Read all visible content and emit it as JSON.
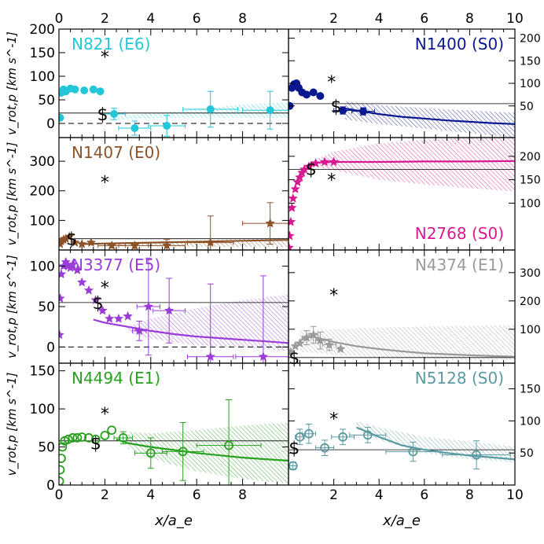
{
  "chart_data": [
    {
      "type": "scatter",
      "title": "N821 (E6)",
      "color": "#22c8d8",
      "marker": "circle-filled",
      "xlim": [
        0,
        10
      ],
      "ylim": [
        -30,
        200
      ],
      "yticks": [
        0,
        50,
        100,
        150,
        200
      ],
      "ytick_side": "left",
      "ylabel": "v_rot,p [km s^-1]",
      "dollar": [
        1.9,
        20
      ],
      "star": [
        2.0,
        143
      ],
      "hline": 22,
      "dashed_zero": true,
      "points": [
        {
          "x": 0.05,
          "y": 12
        },
        {
          "x": 0.1,
          "y": 65
        },
        {
          "x": 0.2,
          "y": 72
        },
        {
          "x": 0.3,
          "y": 68
        },
        {
          "x": 0.5,
          "y": 74
        },
        {
          "x": 0.7,
          "y": 72
        },
        {
          "x": 1.1,
          "y": 70
        },
        {
          "x": 1.5,
          "y": 72
        },
        {
          "x": 1.8,
          "y": 68
        },
        {
          "x": 2.4,
          "y": 20
        },
        {
          "x": 3.3,
          "y": -10
        },
        {
          "x": 4.7,
          "y": -5
        },
        {
          "x": 6.6,
          "y": 30
        },
        {
          "x": 9.2,
          "y": 28
        }
      ],
      "errors": [
        {
          "x": 2.4,
          "y": 20,
          "xerr": 0.5,
          "yerr": 12
        },
        {
          "x": 3.3,
          "y": -10,
          "xerr": 0.7,
          "yerr": 15
        },
        {
          "x": 4.7,
          "y": -5,
          "xerr": 0.8,
          "yerr": 22
        },
        {
          "x": 6.6,
          "y": 30,
          "xerr": 1.2,
          "yerr": 38
        },
        {
          "x": 9.2,
          "y": 28,
          "xerr": 1.2,
          "yerr": 40
        }
      ],
      "band": {
        "x": [
          2,
          4,
          6,
          8,
          10
        ],
        "lower": [
          8,
          10,
          12,
          12,
          12
        ],
        "upper": [
          12,
          22,
          30,
          40,
          45
        ]
      },
      "fit": null
    },
    {
      "type": "scatter",
      "title": "N1400 (S0)",
      "color": "#0a1890",
      "marker": "circle-filled",
      "xlim": [
        0,
        10
      ],
      "ylim": [
        -20,
        220
      ],
      "yticks": [
        50,
        100,
        150,
        200
      ],
      "ytick_side": "right",
      "dollar": [
        2.1,
        50
      ],
      "star": [
        1.9,
        105
      ],
      "hline": 55,
      "dashed_zero": false,
      "points": [
        {
          "x": 0.05,
          "y": 50
        },
        {
          "x": 0.15,
          "y": 90
        },
        {
          "x": 0.25,
          "y": 98
        },
        {
          "x": 0.35,
          "y": 100
        },
        {
          "x": 0.45,
          "y": 90
        },
        {
          "x": 0.6,
          "y": 80
        },
        {
          "x": 0.8,
          "y": 75
        },
        {
          "x": 1.1,
          "y": 80
        },
        {
          "x": 1.4,
          "y": 72
        },
        {
          "x": 2.4,
          "y": 40
        },
        {
          "x": 3.3,
          "y": 38
        }
      ],
      "errors": [
        {
          "x": 2.4,
          "y": 40,
          "xerr": 0.4,
          "yerr": 8
        },
        {
          "x": 3.3,
          "y": 38,
          "xerr": 0.5,
          "yerr": 8
        }
      ],
      "band": {
        "x": [
          2.5,
          4,
          6,
          8,
          10
        ],
        "lower": [
          20,
          10,
          0,
          -10,
          -20
        ],
        "upper": [
          60,
          52,
          45,
          40,
          35
        ]
      },
      "fit": {
        "x": [
          2.3,
          3,
          4,
          5,
          6,
          7,
          8,
          9,
          10
        ],
        "y": [
          46,
          40,
          32,
          26,
          22,
          18,
          15,
          12,
          10
        ]
      }
    },
    {
      "type": "scatter",
      "title": "N1407 (E0)",
      "color": "#8c5228",
      "marker": "star-filled",
      "xlim": [
        0,
        10
      ],
      "ylim": [
        0,
        380
      ],
      "yticks": [
        100,
        200,
        300
      ],
      "ytick_side": "left",
      "ylabel": "v_rot,p [km s^-1]",
      "dollar": [
        0.55,
        38
      ],
      "star": [
        2.0,
        232
      ],
      "hline": 38,
      "dashed_zero": false,
      "points": [
        {
          "x": 0.05,
          "y": 20
        },
        {
          "x": 0.1,
          "y": 30
        },
        {
          "x": 0.2,
          "y": 35
        },
        {
          "x": 0.3,
          "y": 38
        },
        {
          "x": 0.45,
          "y": 45
        },
        {
          "x": 0.7,
          "y": 25
        },
        {
          "x": 1.0,
          "y": 20
        },
        {
          "x": 1.4,
          "y": 25
        },
        {
          "x": 2.3,
          "y": 15
        },
        {
          "x": 3.3,
          "y": 15
        },
        {
          "x": 4.7,
          "y": 15
        },
        {
          "x": 6.6,
          "y": 25
        },
        {
          "x": 9.2,
          "y": 90
        }
      ],
      "errors": [
        {
          "x": 2.3,
          "y": 15,
          "xerr": 0.6,
          "yerr": 8
        },
        {
          "x": 3.3,
          "y": 15,
          "xerr": 0.7,
          "yerr": 10
        },
        {
          "x": 4.7,
          "y": 15,
          "xerr": 0.8,
          "yerr": 20
        },
        {
          "x": 6.6,
          "y": 25,
          "xerr": 1.0,
          "yerr": 90
        },
        {
          "x": 9.2,
          "y": 90,
          "xerr": 1.2,
          "yerr": 70
        }
      ],
      "band": {
        "x": [
          2,
          4,
          6,
          8,
          10
        ],
        "lower": [
          15,
          12,
          10,
          10,
          10
        ],
        "upper": [
          20,
          25,
          32,
          38,
          42
        ]
      },
      "fit": {
        "x": [
          1,
          2,
          4,
          6,
          8,
          10
        ],
        "y": [
          20,
          22,
          25,
          28,
          31,
          34
        ]
      }
    },
    {
      "type": "scatter",
      "title": "N2768 (S0)",
      "color": "#d81890",
      "marker": "star-filled",
      "xlim": [
        0,
        10
      ],
      "ylim": [
        0,
        240
      ],
      "yticks": [
        100,
        150,
        200
      ],
      "ytick_side": "right",
      "dollar": [
        1.0,
        174
      ],
      "star": [
        1.9,
        152
      ],
      "hline": 172,
      "dashed_zero": false,
      "title_pos": "bottom",
      "points": [
        {
          "x": 0.02,
          "y": 5
        },
        {
          "x": 0.05,
          "y": 30
        },
        {
          "x": 0.1,
          "y": 60
        },
        {
          "x": 0.15,
          "y": 90
        },
        {
          "x": 0.2,
          "y": 110
        },
        {
          "x": 0.3,
          "y": 130
        },
        {
          "x": 0.4,
          "y": 145
        },
        {
          "x": 0.5,
          "y": 155
        },
        {
          "x": 0.6,
          "y": 165
        },
        {
          "x": 0.7,
          "y": 172
        },
        {
          "x": 0.9,
          "y": 178
        },
        {
          "x": 1.2,
          "y": 185
        },
        {
          "x": 1.6,
          "y": 188
        },
        {
          "x": 2.0,
          "y": 188
        }
      ],
      "errors": [],
      "band": {
        "x": [
          1,
          2,
          4,
          6,
          8,
          10
        ],
        "lower": [
          180,
          170,
          150,
          140,
          132,
          125
        ],
        "upper": [
          190,
          210,
          228,
          235,
          240,
          240
        ]
      },
      "fit": {
        "x": [
          1,
          2,
          4,
          6,
          8,
          10
        ],
        "y": [
          186,
          188,
          188,
          189,
          189,
          190
        ]
      }
    },
    {
      "type": "scatter",
      "title": "N3377 (E5)",
      "color": "#9a3cd8",
      "marker": "star-filled",
      "xlim": [
        0,
        10
      ],
      "ylim": [
        -20,
        120
      ],
      "yticks": [
        0,
        50,
        100
      ],
      "ytick_side": "left",
      "ylabel": "v_rot,p [km s^-1]",
      "dollar": [
        1.7,
        55
      ],
      "star": [
        2.0,
        75
      ],
      "hline": 55,
      "dashed_zero": true,
      "points": [
        {
          "x": 0.02,
          "y": 15
        },
        {
          "x": 0.05,
          "y": 60
        },
        {
          "x": 0.1,
          "y": 90
        },
        {
          "x": 0.2,
          "y": 100
        },
        {
          "x": 0.3,
          "y": 105
        },
        {
          "x": 0.4,
          "y": 100
        },
        {
          "x": 0.5,
          "y": 98
        },
        {
          "x": 0.6,
          "y": 102
        },
        {
          "x": 0.8,
          "y": 95
        },
        {
          "x": 1.0,
          "y": 80
        },
        {
          "x": 1.3,
          "y": 70
        },
        {
          "x": 1.6,
          "y": 58
        },
        {
          "x": 1.9,
          "y": 45
        },
        {
          "x": 2.2,
          "y": 35
        },
        {
          "x": 2.6,
          "y": 35
        },
        {
          "x": 3.0,
          "y": 38
        },
        {
          "x": 3.5,
          "y": 20
        },
        {
          "x": 3.9,
          "y": 50
        },
        {
          "x": 4.8,
          "y": 45
        },
        {
          "x": 6.6,
          "y": -12
        },
        {
          "x": 8.9,
          "y": -12
        }
      ],
      "errors": [
        {
          "x": 3.5,
          "y": 20,
          "xerr": 0.3,
          "yerr": 12
        },
        {
          "x": 3.9,
          "y": 50,
          "xerr": 0.5,
          "yerr": 60
        },
        {
          "x": 4.8,
          "y": 45,
          "xerr": 0.7,
          "yerr": 40
        },
        {
          "x": 6.6,
          "y": -12,
          "xerr": 1.0,
          "yerr": 90
        },
        {
          "x": 8.9,
          "y": -12,
          "xerr": 1.2,
          "yerr": 100
        }
      ],
      "band": {
        "x": [
          3,
          4,
          6,
          8,
          10
        ],
        "lower": [
          18,
          10,
          2,
          0,
          -5
        ],
        "upper": [
          25,
          35,
          48,
          58,
          65
        ]
      },
      "fit": {
        "x": [
          1.5,
          2,
          3,
          4,
          5,
          6,
          7,
          8,
          9,
          10
        ],
        "y": [
          34,
          30,
          25,
          20,
          16,
          13,
          11,
          9,
          7,
          5
        ]
      }
    },
    {
      "type": "scatter",
      "title": "N4374 (E1)",
      "color": "#9a9a9a",
      "marker": "star-filled",
      "xlim": [
        0,
        10
      ],
      "ylim": [
        -20,
        380
      ],
      "yticks": [
        100,
        200,
        300
      ],
      "ytick_side": "right",
      "dollar": [
        0.25,
        0
      ],
      "star": [
        2.0,
        225
      ],
      "hline": 0,
      "dashed_zero": false,
      "points": [
        {
          "x": 0.1,
          "y": 20
        },
        {
          "x": 0.3,
          "y": 40
        },
        {
          "x": 0.5,
          "y": 50
        },
        {
          "x": 0.8,
          "y": 70
        },
        {
          "x": 1.1,
          "y": 80
        },
        {
          "x": 1.4,
          "y": 60
        },
        {
          "x": 1.8,
          "y": 45
        },
        {
          "x": 2.3,
          "y": 30
        }
      ],
      "errors": [
        {
          "x": 0.8,
          "y": 70,
          "xerr": 0.2,
          "yerr": 25
        },
        {
          "x": 1.1,
          "y": 80,
          "xerr": 0.2,
          "yerr": 30
        },
        {
          "x": 1.4,
          "y": 60,
          "xerr": 0.2,
          "yerr": 30
        },
        {
          "x": 1.8,
          "y": 45,
          "xerr": 0.3,
          "yerr": 20
        }
      ],
      "band": {
        "x": [
          0.5,
          2,
          4,
          6,
          8,
          10
        ],
        "lower": [
          20,
          10,
          0,
          -5,
          -10,
          -10
        ],
        "upper": [
          95,
          100,
          105,
          110,
          112,
          115
        ]
      },
      "fit": {
        "x": [
          0.5,
          1,
          2,
          3,
          4,
          5,
          6,
          8,
          10
        ],
        "y": [
          60,
          75,
          55,
          40,
          30,
          22,
          15,
          8,
          3
        ]
      }
    },
    {
      "type": "scatter",
      "title": "N4494 (E1)",
      "color": "#28a020",
      "marker": "circle-open",
      "xlim": [
        0,
        10
      ],
      "ylim": [
        0,
        160
      ],
      "yticks": [
        0,
        50,
        100,
        150
      ],
      "ytick_side": "left",
      "ylabel": "v_rot,p [km s^-1]",
      "dollar": [
        1.6,
        55
      ],
      "star": [
        2.0,
        95
      ],
      "hline": 58,
      "dashed_zero": false,
      "points": [
        {
          "x": 0.02,
          "y": 5
        },
        {
          "x": 0.05,
          "y": 20
        },
        {
          "x": 0.1,
          "y": 35
        },
        {
          "x": 0.15,
          "y": 50
        },
        {
          "x": 0.25,
          "y": 58
        },
        {
          "x": 0.4,
          "y": 60
        },
        {
          "x": 0.6,
          "y": 62
        },
        {
          "x": 0.8,
          "y": 62
        },
        {
          "x": 1.0,
          "y": 63
        },
        {
          "x": 1.3,
          "y": 62
        },
        {
          "x": 1.6,
          "y": 60
        },
        {
          "x": 2.0,
          "y": 65
        },
        {
          "x": 2.3,
          "y": 72
        },
        {
          "x": 2.8,
          "y": 62
        },
        {
          "x": 4.0,
          "y": 42
        },
        {
          "x": 5.4,
          "y": 44
        },
        {
          "x": 7.4,
          "y": 52
        }
      ],
      "errors": [
        {
          "x": 2.8,
          "y": 62,
          "xerr": 0.4,
          "yerr": 8
        },
        {
          "x": 4.0,
          "y": 42,
          "xerr": 0.7,
          "yerr": 20
        },
        {
          "x": 5.4,
          "y": 44,
          "xerr": 0.9,
          "yerr": 38
        },
        {
          "x": 7.4,
          "y": 52,
          "xerr": 1.4,
          "yerr": 60
        }
      ],
      "band": {
        "x": [
          3,
          4,
          6,
          8,
          10
        ],
        "lower": [
          48,
          35,
          18,
          8,
          2
        ],
        "upper": [
          70,
          68,
          72,
          78,
          82
        ]
      },
      "fit": {
        "x": [
          2.5,
          3,
          4,
          5,
          6,
          7,
          8,
          9,
          10
        ],
        "y": [
          60,
          55,
          50,
          46,
          42,
          39,
          36,
          34,
          32
        ]
      }
    },
    {
      "type": "scatter",
      "title": "N5128 (S0)",
      "color": "#5a9aa2",
      "marker": "circle-open",
      "xlim": [
        0,
        10
      ],
      "ylim": [
        0,
        190
      ],
      "yticks": [
        50,
        100,
        150
      ],
      "ytick_side": "right",
      "dollar": [
        0.25,
        58
      ],
      "star": [
        2.0,
        105
      ],
      "hline": 55,
      "dashed_zero": false,
      "points": [
        {
          "x": 0.2,
          "y": 30
        },
        {
          "x": 0.5,
          "y": 75
        },
        {
          "x": 0.9,
          "y": 80
        },
        {
          "x": 1.6,
          "y": 58
        },
        {
          "x": 2.4,
          "y": 75
        },
        {
          "x": 3.5,
          "y": 78
        },
        {
          "x": 5.5,
          "y": 52
        },
        {
          "x": 8.3,
          "y": 47
        }
      ],
      "errors": [
        {
          "x": 0.2,
          "y": 30,
          "xerr": 0.15,
          "yerr": 6
        },
        {
          "x": 0.5,
          "y": 75,
          "xerr": 0.2,
          "yerr": 12
        },
        {
          "x": 0.9,
          "y": 80,
          "xerr": 0.3,
          "yerr": 15
        },
        {
          "x": 1.6,
          "y": 58,
          "xerr": 0.4,
          "yerr": 12
        },
        {
          "x": 2.4,
          "y": 75,
          "xerr": 0.5,
          "yerr": 12
        },
        {
          "x": 3.5,
          "y": 78,
          "xerr": 0.8,
          "yerr": 12
        },
        {
          "x": 5.5,
          "y": 52,
          "xerr": 1.2,
          "yerr": 15
        },
        {
          "x": 8.3,
          "y": 47,
          "xerr": 1.5,
          "yerr": 22
        }
      ],
      "band": {
        "x": [
          3,
          4,
          6,
          8,
          10
        ],
        "lower": [
          88,
          70,
          50,
          40,
          35
        ],
        "upper": [
          100,
          90,
          75,
          68,
          60
        ]
      },
      "fit": {
        "x": [
          3,
          4,
          5,
          6,
          7,
          8,
          9,
          10
        ],
        "y": [
          90,
          75,
          62,
          55,
          50,
          46,
          43,
          40
        ]
      }
    }
  ],
  "axes": {
    "xlabel": "x/a_e",
    "xticks": [
      0,
      2,
      4,
      6,
      8,
      10
    ],
    "xtick_labels_left": [
      "0",
      "2",
      "4",
      "6",
      "8"
    ],
    "xtick_labels_right": [
      "2",
      "4",
      "6",
      "8",
      "10"
    ]
  }
}
